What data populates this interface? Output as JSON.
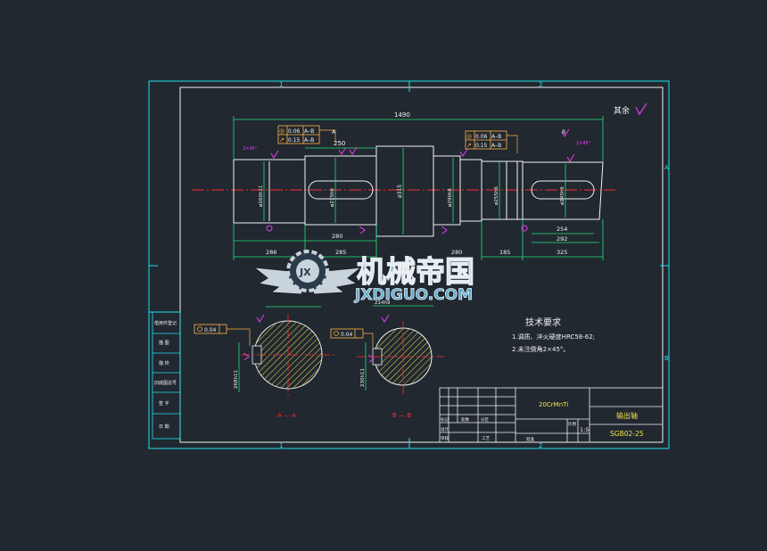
{
  "colors": {
    "background": "#212830",
    "frame": "#1ee1f0",
    "outline": "#f2f2f2",
    "dimension": "#22e07a",
    "center": "#ff2a2a",
    "section": "#f2e34a",
    "tolerance": "#ffb347",
    "finish": "#e83cf0",
    "logo_wing": "#c9d3dc",
    "logo_text": "#5fa9cf"
  },
  "drawing": {
    "top_zone_marks": [
      "1",
      "2"
    ],
    "bottom_zone_marks": [
      "1",
      "2"
    ],
    "right_zone_marks": [
      "A",
      "B"
    ],
    "remaining_finish": "其余",
    "dimensions": {
      "overall_length": "1490",
      "top_length": "250",
      "lengths_bottom": [
        "286",
        "285",
        "280",
        "280",
        "185",
        "325"
      ],
      "right_lengths": [
        "254",
        "292"
      ],
      "left_diameter": "ø260h11",
      "second_diameter": "ø275h6",
      "collar_diameter": "ø315",
      "collar_right_diameter": "ø290h6",
      "journal_diameter": "ø255h6",
      "right_end_diameter": "ø245h6",
      "left_chamfer": "2×45°",
      "right_chamfer": "2×45°"
    },
    "gdt_left": [
      {
        "symbol": "◎",
        "value": "0.06",
        "datum": "A–B"
      },
      {
        "symbol": "↗",
        "value": "0.15",
        "datum": "A–B"
      }
    ],
    "gdt_right": [
      {
        "symbol": "◎",
        "value": "0.06",
        "datum": "A–B"
      },
      {
        "symbol": "↗",
        "value": "0.15",
        "datum": "A–B"
      }
    ],
    "section_marks": {
      "a": "A",
      "b": "B"
    },
    "sections": [
      {
        "label": "A — A",
        "key_width": "",
        "depth": "268h11",
        "gdt": "0.04"
      },
      {
        "label": "B — B",
        "key_width": "214h9",
        "depth": "230h11",
        "gdt": "0.04"
      }
    ]
  },
  "watermark": {
    "cn": "机械帝国",
    "en": "JXDIGUO.COM",
    "badge": "JX"
  },
  "tech_requirements": {
    "title": "技术要求",
    "items": [
      "1.调质、淬火硬度HRC58-62;",
      "2.未注倒角2×45°。"
    ]
  },
  "left_stamp": [
    "借用件登记",
    "描 图",
    "描 校",
    "旧底图总号",
    "签 字",
    "日 期"
  ],
  "title_block": {
    "material": "20CrMnTi",
    "part_name": "输出轴",
    "drawing_no": "SGB02-25",
    "scale": "1:5",
    "rows": [
      "标记",
      "设计",
      "审核"
    ],
    "small": [
      "处数",
      "分区",
      "工艺",
      "批准",
      "比例"
    ]
  }
}
